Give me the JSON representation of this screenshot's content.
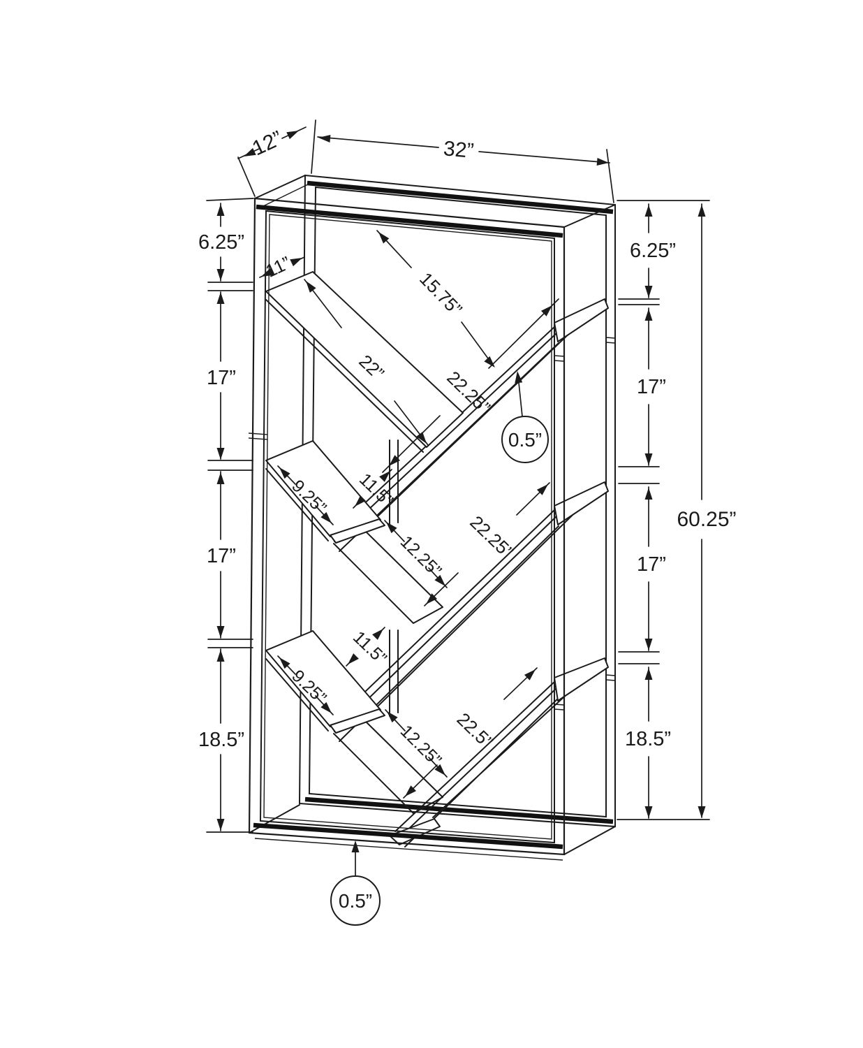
{
  "drawing": {
    "product": "v-shaped-bookcase-dimension-diagram",
    "units": "inches",
    "overall": {
      "width": "32”",
      "depth": "12”",
      "total_height": "60.25”",
      "shelf_thickness_top": "0.5”",
      "shelf_thickness_bottom": "0.5”"
    },
    "left_column": {
      "seg1": "6.25”",
      "seg2": "17”",
      "seg3": "17”",
      "seg4": "18.5”"
    },
    "right_column": {
      "seg1": "6.25”",
      "seg2": "17”",
      "seg3": "17”",
      "seg4": "18.5”"
    },
    "shelves": {
      "shelf_depth": "11”",
      "top_shelf_length": "22”",
      "top_gap": "15.75”",
      "diag_a_length": "22.25”",
      "seg_a": "11.5”",
      "shelf_a_length": "9.25”",
      "seg_a2": "12.25”",
      "diag_b_length": "22.25”",
      "seg_b": "11.5”",
      "shelf_b_length": "9.25”",
      "seg_b2": "12.25”",
      "diag_c_length": "22.5”"
    }
  }
}
